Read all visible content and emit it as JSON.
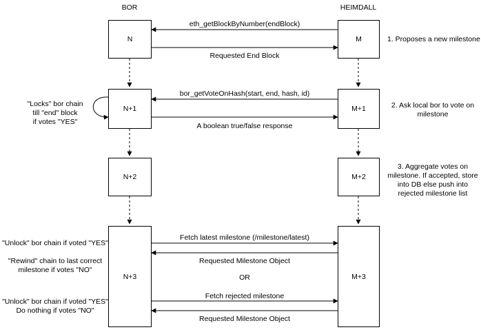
{
  "columns": {
    "bor": "BOR",
    "heimdall": "HEIMDALL"
  },
  "bor_nodes": [
    "N",
    "N+1",
    "N+2",
    "N+3"
  ],
  "heimdall_nodes": [
    "M",
    "M+1",
    "M+2",
    "M+3"
  ],
  "messages": {
    "m1": "eth_getBlockByNumber(endBlock)",
    "m2": "Requested End Block",
    "m3": "bor_getVoteOnHash(start, end, hash, id)",
    "m4": "A boolean true/false response",
    "m5": "Fetch latest milestone (/milestone/latest)",
    "m6": "Requested Milestone Object",
    "or": "OR",
    "m7": "Fetch rejected milestone",
    "m8": "Requested Milestone Object"
  },
  "steps": {
    "s1": "1. Proposes a new milestone",
    "s2_l1": "2. Ask local bor to vote on",
    "s2_l2": "milestone",
    "s3_l1": "3. Aggregate votes on",
    "s3_l2": "milestone. If accepted, store",
    "s3_l3": "into DB else push into",
    "s3_l4": "rejected milestone list"
  },
  "notes": {
    "lock_l1": "\"Locks\" bor chain",
    "lock_l2": "till \"end\" block",
    "lock_l3": "if votes \"YES\"",
    "unlock1": "\"Unlock\" bor chain if voted \"YES\"",
    "rewind_l1": "\"Rewind\" chain to last correct",
    "rewind_l2": "milestone if votes \"NO\"",
    "unlock2": "\"Unlock\" bor chain if voted \"YES\"",
    "nothing": "Do nothing if votes \"NO\""
  }
}
